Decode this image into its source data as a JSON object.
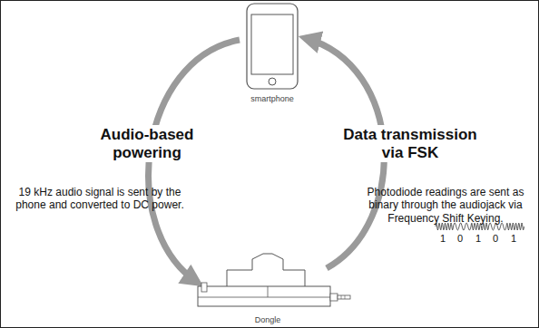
{
  "diagram": {
    "nodes": [
      {
        "text": [
          "smartphone"
        ]
      },
      {
        "text": [
          "Dongle"
        ]
      }
    ],
    "edges": [
      {
        "from": 0,
        "to": 1,
        "arrow": "to",
        "label": "Audio-based powering"
      },
      {
        "from": 1,
        "to": 0,
        "arrow": "to",
        "label": "Data transmission via FSK"
      }
    ],
    "labels": [
      "19 kHz audio signal is sent by the phone and converted to DC power.",
      "Photodiode readings are sent as binary through the audiojack via Frequency Shift Keying.",
      "1",
      "0",
      "1",
      "0",
      "1"
    ]
  }
}
